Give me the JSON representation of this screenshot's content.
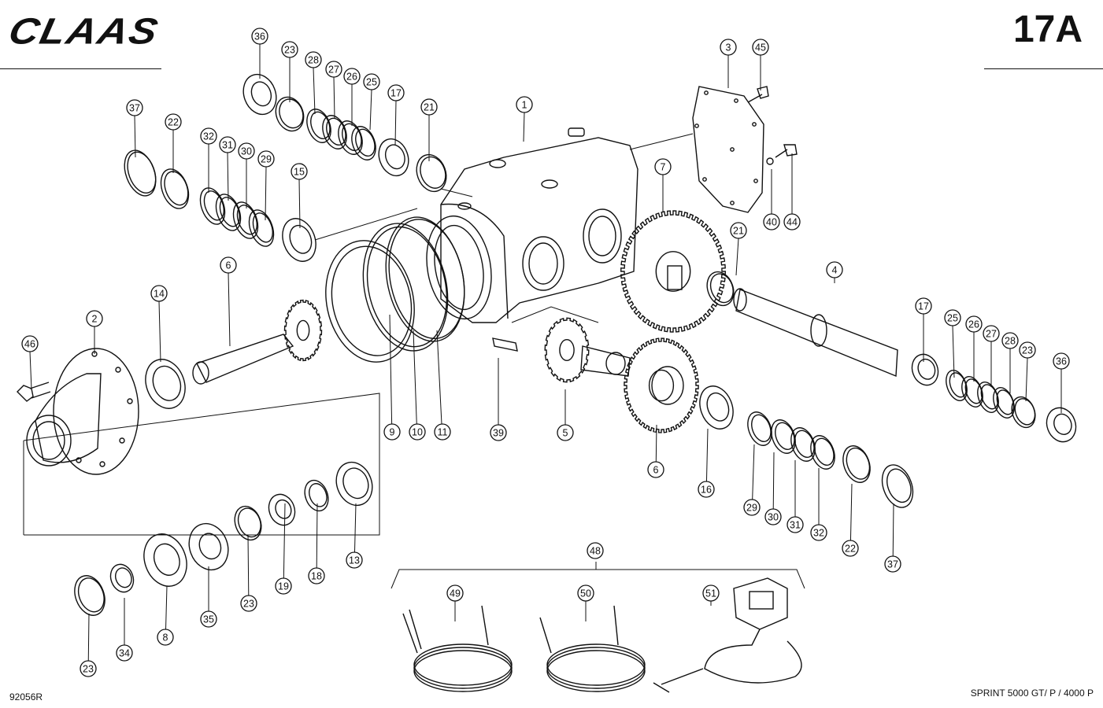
{
  "header": {
    "brand_logo": "CLAAS",
    "page_number": "17A"
  },
  "footer": {
    "drawing_number": "92056R",
    "model": "SPRINT 5000 GT/ P / 4000 P"
  },
  "callouts": [
    "1",
    "2",
    "3",
    "4",
    "5",
    "6",
    "6",
    "7",
    "8",
    "9",
    "10",
    "11",
    "13",
    "14",
    "15",
    "16",
    "17",
    "17",
    "18",
    "19",
    "21",
    "21",
    "22",
    "22",
    "23",
    "23",
    "23",
    "23",
    "25",
    "25",
    "26",
    "26",
    "27",
    "27",
    "28",
    "28",
    "29",
    "29",
    "30",
    "30",
    "31",
    "31",
    "32",
    "32",
    "34",
    "35",
    "36",
    "36",
    "37",
    "37",
    "39",
    "40",
    "44",
    "45",
    "46",
    "48",
    "49",
    "50",
    "51"
  ]
}
